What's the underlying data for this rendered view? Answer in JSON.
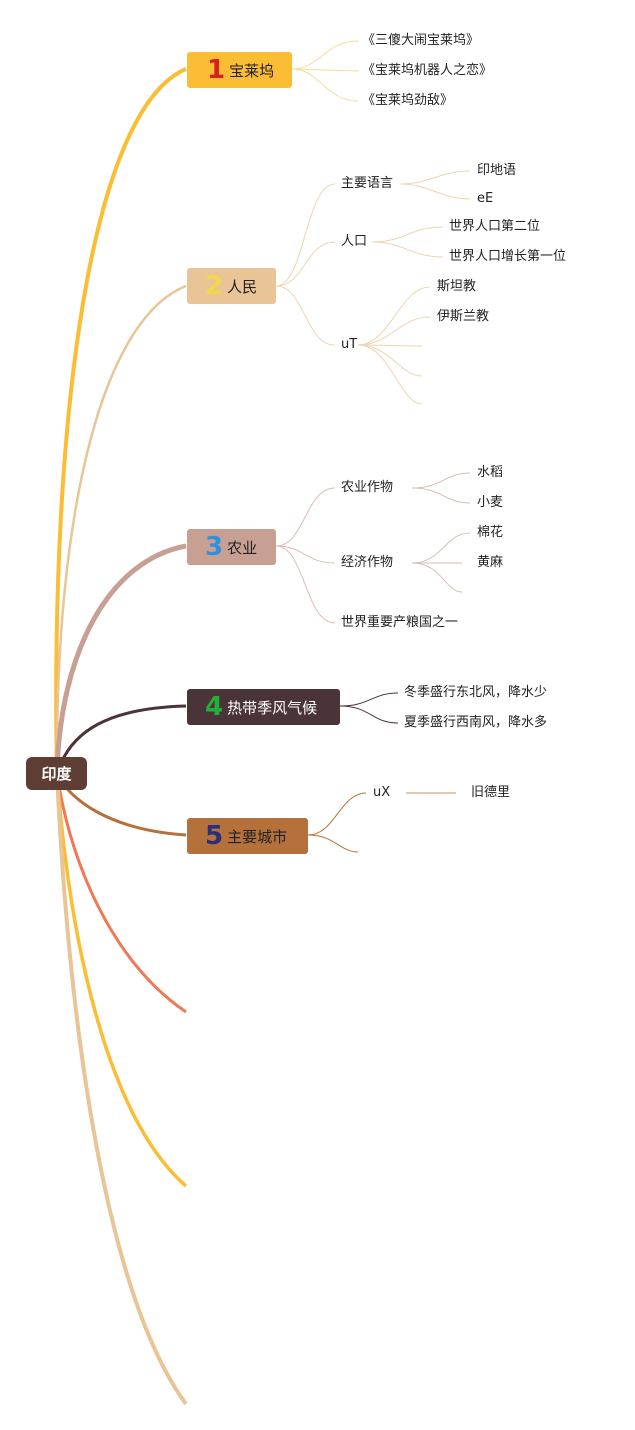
{
  "root": {
    "label": "印度",
    "color": "#5e3d34"
  },
  "branches": [
    {
      "num": "1",
      "label": "宝莱坞",
      "color": "#fbbd33",
      "num_color": "#d62121",
      "children": [
        "《三傻大闹宝莱坞》",
        "《宝莱坞机器人之恋》",
        "《宝莱坞劲敌》"
      ]
    },
    {
      "num": "2",
      "label": "人民",
      "color": "#e8c496",
      "num_color": "#f5d74a",
      "children": [
        {
          "label": "主要语言",
          "children": [
            "印地语",
            "eE"
          ]
        },
        {
          "label": "人口",
          "children": [
            "世界人口第二位",
            "世界人口增长第一位"
          ]
        },
        {
          "label": "uT",
          "children": [
            "斯坦教",
            "伊斯兰教",
            "",
            "",
            ""
          ]
        }
      ]
    },
    {
      "num": "3",
      "label": "农业",
      "color": "#c7a093",
      "num_color": "#2f90e0",
      "children": [
        {
          "label": "农业作物",
          "children": [
            "水稻",
            "小麦"
          ]
        },
        {
          "label": "经济作物",
          "children": [
            "棉花",
            "黄麻",
            ""
          ]
        },
        {
          "label": "世界重要产粮国之一",
          "children": []
        }
      ]
    },
    {
      "num": "4",
      "label": "热带季风气候",
      "color": "#4b3437",
      "num_color": "#22b03a",
      "children": [
        "冬季盛行东北风，降水少",
        "夏季盛行西南风，降水多"
      ]
    },
    {
      "num": "5",
      "label": "主要城市",
      "color": "#b5713c",
      "num_color": "#2a2f7c",
      "children": [
        {
          "label": "uX",
          "children": [
            "旧德里"
          ]
        },
        {
          "label": "",
          "children": []
        }
      ]
    }
  ],
  "extra_branch_colors": [
    "#f07855",
    "#fbbd33",
    "#e8c496"
  ]
}
